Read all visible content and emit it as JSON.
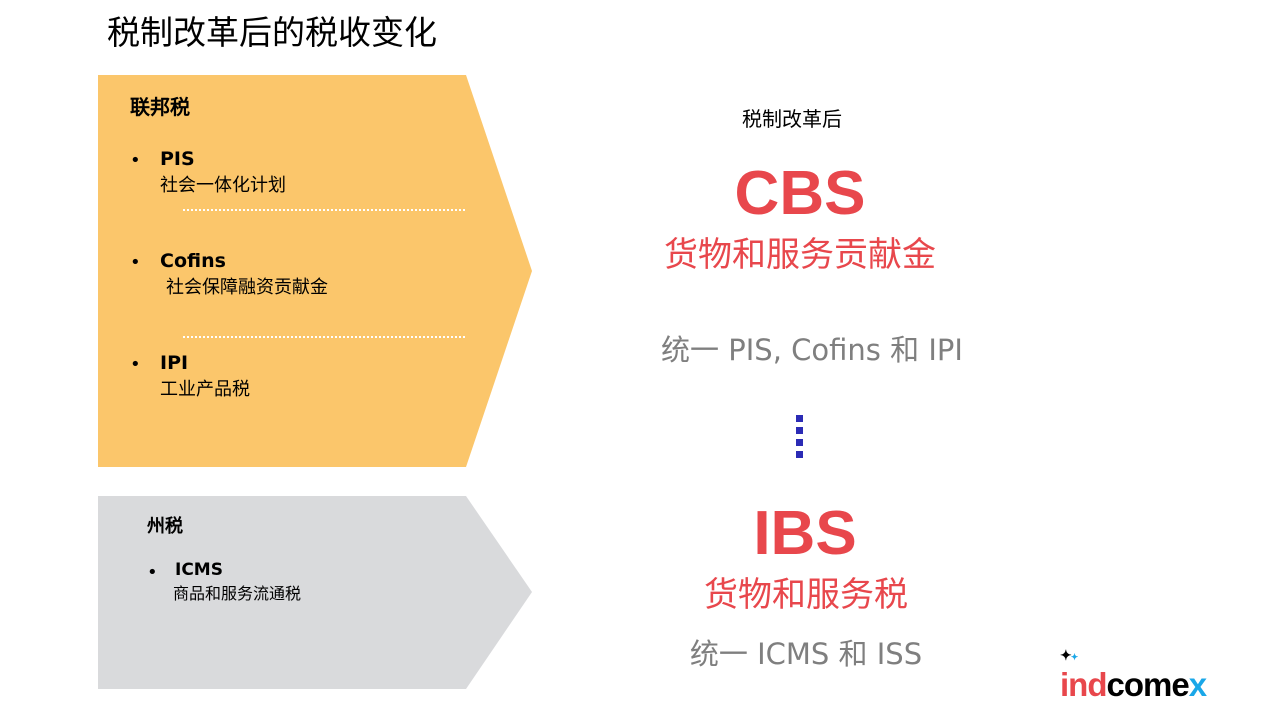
{
  "title": "税制改革后的税收变化",
  "federal": {
    "heading": "联邦税",
    "items": [
      {
        "name": "PIS",
        "desc": "社会一体化计划"
      },
      {
        "name": "Cofins",
        "desc": "社会保障融资贡献金"
      },
      {
        "name": "IPI",
        "desc": "工业产品税"
      }
    ]
  },
  "state": {
    "heading": "州税",
    "items": [
      {
        "name": "ICMS",
        "desc": "商品和服务流通税"
      }
    ]
  },
  "after": {
    "label": "税制改革后",
    "cbs": {
      "acronym": "CBS",
      "name": "货物和服务贡献金",
      "unifies": "统一 PIS, Cofins 和 IPI"
    },
    "ibs": {
      "acronym": "IBS",
      "name": "货物和服务税",
      "unifies": "统一 ICMS 和 ISS"
    }
  },
  "logo": {
    "part1": "ind",
    "part2": "come",
    "part3": "x"
  },
  "colors": {
    "federal_bg": "#FBC66B",
    "state_bg": "#D9DADC",
    "accent_red": "#E8474C",
    "grey_text": "#7F7F7F",
    "connector_blue": "#2B2BB5"
  }
}
